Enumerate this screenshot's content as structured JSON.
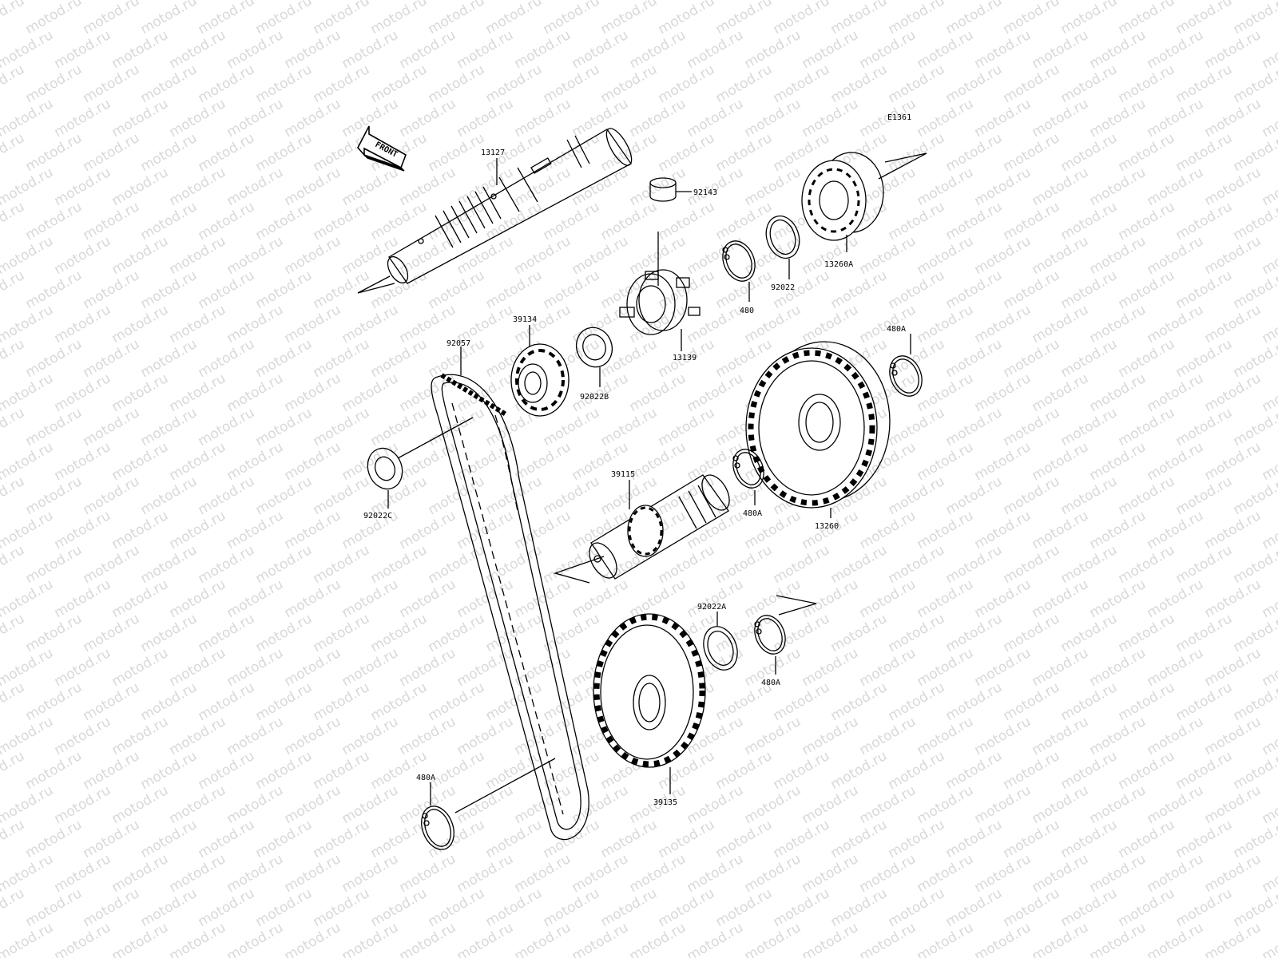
{
  "diagram": {
    "code": "E1361",
    "front_label": "FRONT",
    "watermark": "motod.ru",
    "parts": {
      "p13127": "13127",
      "p92143": "92143",
      "p13260a": "13260A",
      "p480_top": "480",
      "p92022": "92022",
      "p39134": "39134",
      "p92057": "92057",
      "p92022b": "92022B",
      "p13139": "13139",
      "p480a_right": "480A",
      "p92022c": "92022C",
      "p39115": "39115",
      "p480a_mid": "480A",
      "p13260": "13260",
      "p92022a": "92022A",
      "p480a_lower": "480A",
      "p480a_bottom": "480A",
      "p39135": "39135"
    }
  },
  "colors": {
    "line": "#000000",
    "watermark": "#d8d8d8",
    "background": "#ffffff"
  }
}
